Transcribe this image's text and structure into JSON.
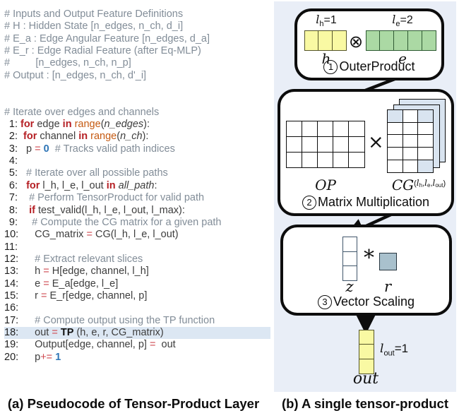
{
  "colors": {
    "k": "#b51f24",
    "o": "#cf4a50",
    "r": "#c55a11",
    "n": "#2e75b6",
    "c": "#828d98",
    "t": "#3d3d3d",
    "hl": "#dce7f3",
    "panel": "#e9eef7",
    "yellow": "#f9f9a3",
    "green": "#abd9a4",
    "cellblue": "#d9e4f0",
    "rfill": "#a9c1cd"
  },
  "panel_a": {
    "caption": "(a) Pseudocode of Tensor-Product Layer",
    "lines": [
      {
        "n": "",
        "seg": [
          [
            "# Inputs and Output Feature Definitions",
            "c"
          ]
        ]
      },
      {
        "n": "",
        "seg": [
          [
            "# H : Hidden State [n_edges, n_ch, d_i]",
            "c"
          ]
        ]
      },
      {
        "n": "",
        "seg": [
          [
            "# E_a : Edge Angular Feature [n_edges, d_a]",
            "c"
          ]
        ]
      },
      {
        "n": "",
        "seg": [
          [
            "# E_r : Edge Radial Feature (after Eq-MLP)",
            "c"
          ]
        ]
      },
      {
        "n": "",
        "seg": [
          [
            "#         [n_edges, n_ch, n_p]",
            "c"
          ]
        ]
      },
      {
        "n": "",
        "seg": [
          [
            "# Output : [n_edges, n_ch, d'_i]",
            "c"
          ]
        ]
      },
      {
        "n": "",
        "seg": []
      },
      {
        "n": "",
        "seg": []
      },
      {
        "n": "",
        "seg": [
          [
            "# Iterate over edges and channels",
            "c"
          ]
        ]
      },
      {
        "n": "1:",
        "seg": [
          [
            "for",
            "k"
          ],
          [
            " edge ",
            "t"
          ],
          [
            "in",
            "k"
          ],
          [
            " ",
            "t"
          ],
          [
            "range",
            "r"
          ],
          [
            "(",
            "t"
          ],
          [
            "n_edges",
            "i"
          ],
          [
            "):",
            "t"
          ]
        ]
      },
      {
        "n": "2:",
        "seg": [
          [
            " ",
            "t"
          ],
          [
            "for",
            "k"
          ],
          [
            " channel ",
            "t"
          ],
          [
            "in",
            "k"
          ],
          [
            " ",
            "t"
          ],
          [
            "range",
            "r"
          ],
          [
            "(",
            "t"
          ],
          [
            "n_ch",
            "i"
          ],
          [
            "):",
            "t"
          ]
        ]
      },
      {
        "n": "3:",
        "seg": [
          [
            "  p ",
            "t"
          ],
          [
            "=",
            "o"
          ],
          [
            " ",
            "t"
          ],
          [
            "0",
            "n"
          ],
          [
            "  # Tracks valid path indices",
            "c"
          ]
        ]
      },
      {
        "n": "4:",
        "seg": []
      },
      {
        "n": "5:",
        "seg": [
          [
            "  # Iterate over all possible paths",
            "c"
          ]
        ]
      },
      {
        "n": "6:",
        "seg": [
          [
            "  ",
            "t"
          ],
          [
            "for",
            "k"
          ],
          [
            " l_h, l_e, l_out ",
            "t"
          ],
          [
            "in",
            "k"
          ],
          [
            " ",
            "t"
          ],
          [
            "all_path",
            "i"
          ],
          [
            ":",
            "t"
          ]
        ]
      },
      {
        "n": "7:",
        "seg": [
          [
            "   # Perform TensorProduct for valid path",
            "c"
          ]
        ]
      },
      {
        "n": "8:",
        "seg": [
          [
            "   ",
            "t"
          ],
          [
            "if",
            "k"
          ],
          [
            " test_valid(l_h, l_e, l_out, l_max):",
            "t"
          ]
        ]
      },
      {
        "n": "9:",
        "seg": [
          [
            "    # Compute the CG matrix for a given path",
            "c"
          ]
        ]
      },
      {
        "n": "10:",
        "seg": [
          [
            "     CG_matrix ",
            "t"
          ],
          [
            "=",
            "o"
          ],
          [
            " CG(l_h, l_e, l_out)",
            "t"
          ]
        ]
      },
      {
        "n": "11:",
        "seg": []
      },
      {
        "n": "12:",
        "seg": [
          [
            "     # Extract relevant slices",
            "c"
          ]
        ]
      },
      {
        "n": "13:",
        "seg": [
          [
            "     h ",
            "t"
          ],
          [
            "=",
            "o"
          ],
          [
            " H[edge, channel, l_h]",
            "t"
          ]
        ]
      },
      {
        "n": "14:",
        "seg": [
          [
            "     e ",
            "t"
          ],
          [
            "=",
            "o"
          ],
          [
            " E_a[edge, l_e]",
            "t"
          ]
        ]
      },
      {
        "n": "15:",
        "seg": [
          [
            "     r ",
            "t"
          ],
          [
            "=",
            "o"
          ],
          [
            " E_r[edge, channel, p]",
            "t"
          ]
        ]
      },
      {
        "n": "16:",
        "seg": []
      },
      {
        "n": "17:",
        "seg": [
          [
            "     # Compute output using the TP function",
            "c"
          ]
        ]
      },
      {
        "n": "18:",
        "hl": true,
        "seg": [
          [
            "     out ",
            "t"
          ],
          [
            "=",
            "o"
          ],
          [
            " ",
            "t"
          ],
          [
            "TP",
            "b"
          ],
          [
            " (h, e, r, CG_matrix)",
            "t"
          ]
        ]
      },
      {
        "n": "19:",
        "seg": [
          [
            "     Output[edge, channel, p] ",
            "t"
          ],
          [
            "=",
            "o"
          ],
          [
            "  out",
            "t"
          ]
        ]
      },
      {
        "n": "20:",
        "seg": [
          [
            "     p",
            "t"
          ],
          [
            "+=",
            "o"
          ],
          [
            " ",
            "t"
          ],
          [
            "1",
            "n"
          ]
        ]
      }
    ]
  },
  "panel_b": {
    "caption": "(b) A single tensor-product",
    "step1": {
      "num": "1",
      "label": "OuterProduct",
      "otimes": "⊗",
      "lh": {
        "v": "l",
        "s": "h",
        "eq": "=1"
      },
      "le": {
        "v": "l",
        "s": "e",
        "eq": "=2"
      },
      "h_name": "h",
      "e_name": "e",
      "h_cells": 3,
      "e_cells": 5
    },
    "step2": {
      "num": "2",
      "label": "Matrix Multiplication",
      "times": "×",
      "op_name": "OP",
      "op_rows": 3,
      "op_cols": 5,
      "cg": {
        "base": "CG",
        "open": "(",
        "v1": "l",
        "s1": "h",
        "c1": ",",
        "v2": "l",
        "s2": "e",
        "c2": ",",
        "v3": "l",
        "s3": "out",
        "close": ")"
      },
      "cg_rows": 5,
      "cg_cols": 3,
      "cg_blue": [
        [
          0,
          0
        ],
        [
          0,
          2
        ],
        [
          4,
          2
        ]
      ]
    },
    "step3": {
      "num": "3",
      "label": "Vector Scaling",
      "star": "*",
      "z_name": "z",
      "r_name": "r",
      "z_cells": 3
    },
    "output": {
      "cells": 3,
      "lout": {
        "v": "l",
        "s": "out",
        "eq": "=1"
      },
      "name": "out"
    }
  }
}
